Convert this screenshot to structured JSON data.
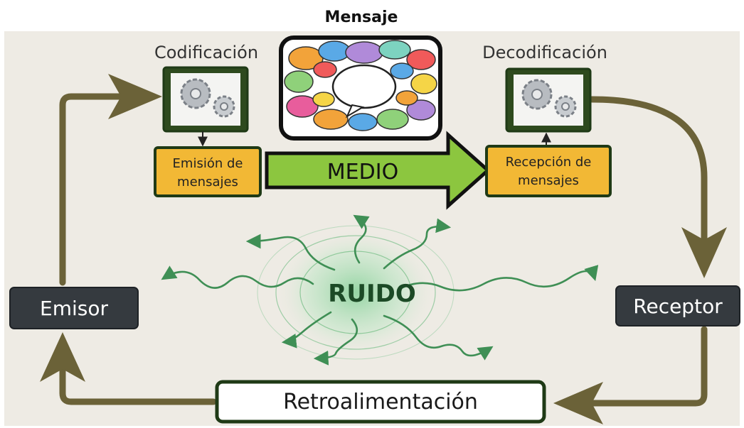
{
  "title": "Mensaje",
  "codificacion": "Codificación",
  "decodificacion": "Decodificación",
  "emision": {
    "line1": "Emisión de",
    "line2": "mensajes"
  },
  "recepcion": {
    "line1": "Recepción de",
    "line2": "mensajes"
  },
  "medio": "MEDIO",
  "ruido": "RUIDO",
  "emisor": "Emisor",
  "receptor": "Receptor",
  "retroalimentacion": "Retroalimentación",
  "colors": {
    "background": "#eeebe4",
    "cycle_arrow": "#6b6238",
    "dark_box": "#353a3f",
    "box_border": "#1f3a16",
    "yellow_box": "#f2b835",
    "medio_green": "#8cc63f",
    "noise_green": "#3f8f55"
  }
}
